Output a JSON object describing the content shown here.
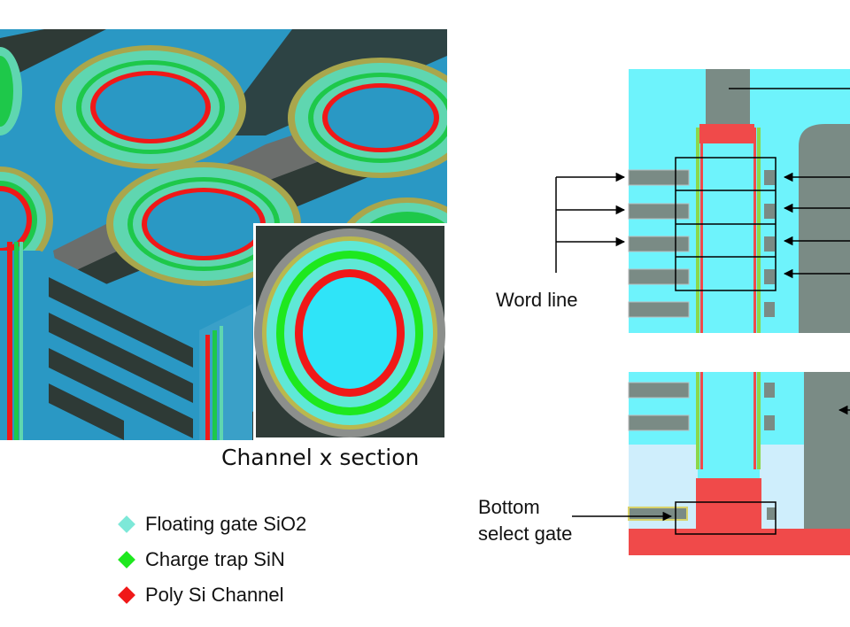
{
  "inset": {
    "caption": "Channel x section"
  },
  "legend": [
    {
      "label": "Floating gate SiO2",
      "color": "#7de8d8"
    },
    {
      "label": "Charge trap SiN",
      "color": "#1ee81e"
    },
    {
      "label": "Poly Si Channel",
      "color": "#f01818"
    }
  ],
  "annotations": {
    "word_line": "Word line",
    "bottom_select_gate": "Bottom\nselect gate"
  },
  "colors": {
    "oxide_cyan": "#6ef3fc",
    "gate_gray": "#7a8b85",
    "channel_red": "#f04a4a",
    "trap_green": "#1ee81e",
    "stack_blue": "#2a98c4",
    "dark_gate": "#2e3a36"
  }
}
